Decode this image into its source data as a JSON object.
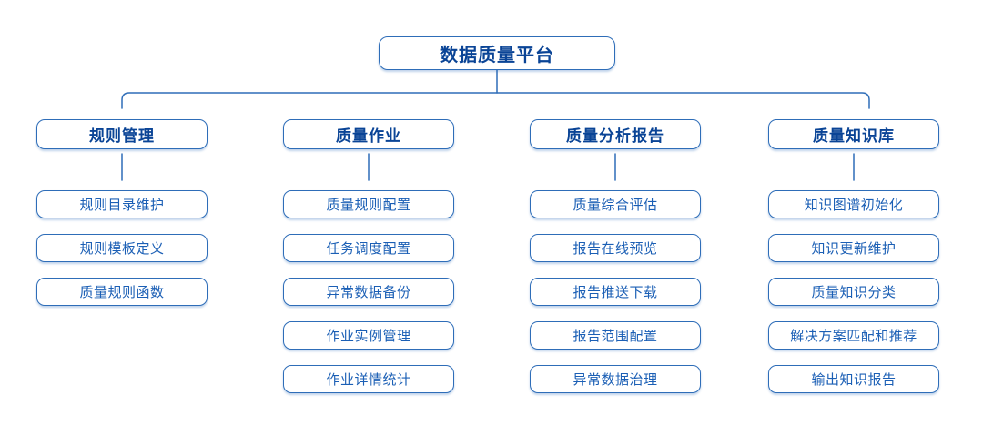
{
  "root": {
    "title": "数据质量平台"
  },
  "branches": [
    {
      "label": "规则管理",
      "children": [
        "规则目录维护",
        "规则模板定义",
        "质量规则函数"
      ]
    },
    {
      "label": "质量作业",
      "children": [
        "质量规则配置",
        "任务调度配置",
        "异常数据备份",
        "作业实例管理",
        "作业详情统计"
      ]
    },
    {
      "label": "质量分析报告",
      "children": [
        "质量综合评估",
        "报告在线预览",
        "报告推送下载",
        "报告范围配置",
        "异常数据治理"
      ]
    },
    {
      "label": "质量知识库",
      "children": [
        "知识图谱初始化",
        "知识更新维护",
        "质量知识分类",
        "解决方案匹配和推荐",
        "输出知识报告"
      ]
    }
  ],
  "colors": {
    "line_and_border": "#2e6db8",
    "header_text": "#0a4496",
    "child_text": "#1b5fb5",
    "background": "#ffffff"
  }
}
